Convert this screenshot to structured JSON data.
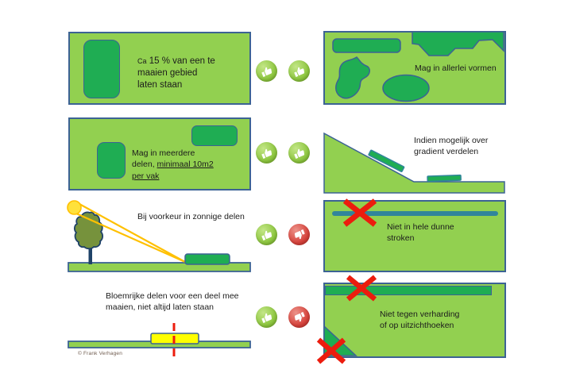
{
  "copyright": "© Frank Verhagen",
  "colors": {
    "field_green": "#92d050",
    "patch_green": "#1fad53",
    "outline_blue": "#3c6394",
    "thin_strip_teal": "#31859b",
    "thumb_up_green": "#8dc63f",
    "thumb_down_red": "#d6423b",
    "cross_red": "#ec1c0e",
    "sun_yellow": "#ffe13b",
    "ray_orange": "#ffc000",
    "tree_olive": "#76923c",
    "trunk_navy": "#1f4268",
    "flower_patch_yellow": "#ffff00"
  },
  "rows": [
    {
      "left": {
        "line1_small": "Ca",
        "line1": " 15 % van een te",
        "line2": "maaien gebied",
        "line3": "laten staan"
      },
      "verdict": {
        "first": "thumbs-up",
        "second": "thumbs-up"
      },
      "right": {
        "line1": "Mag in allerlei vormen"
      }
    },
    {
      "left": {
        "line1": "Mag in meerdere",
        "line2_plain": "delen, ",
        "line2_underlined": "minimaal 10m2",
        "line3_underlined": "per vak"
      },
      "verdict": {
        "first": "thumbs-up",
        "second": "thumbs-up"
      },
      "right": {
        "line1": "Indien mogelijk over",
        "line2": "gradient verdelen"
      }
    },
    {
      "left": {
        "line1": "Bij voorkeur in zonnige delen"
      },
      "verdict": {
        "first": "thumbs-up",
        "second": "thumbs-down"
      },
      "right": {
        "line1": "Niet in hele dunne",
        "line2": "stroken"
      }
    },
    {
      "left": {
        "line1": "Bloemrijke delen voor een deel mee",
        "line2": "maaien, niet altijd laten staan"
      },
      "verdict": {
        "first": "thumbs-up",
        "second": "thumbs-down"
      },
      "right": {
        "line1": "Niet tegen verharding",
        "line2": "of op uitzichthoeken"
      }
    }
  ]
}
